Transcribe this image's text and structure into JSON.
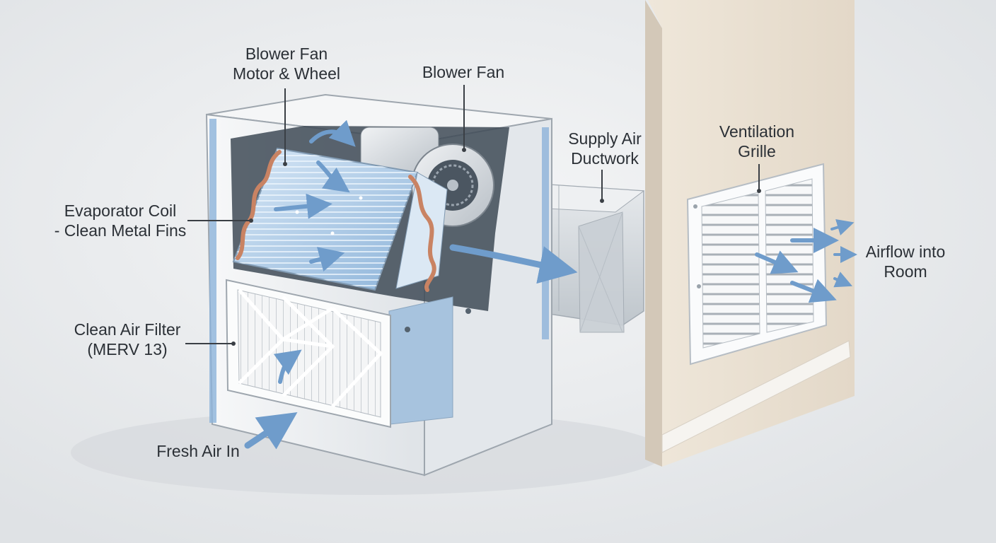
{
  "labels": {
    "blower_motor": [
      "Blower Fan",
      "Motor & Wheel"
    ],
    "blower_fan": [
      "Blower Fan"
    ],
    "supply_duct": [
      "Supply Air",
      "Ductwork"
    ],
    "vent_grille": [
      "Ventilation",
      "Grille"
    ],
    "evap_coil": [
      "Evaporator Coil",
      "- Clean Metal Fins"
    ],
    "air_filter": [
      "Clean Air Filter",
      "(MERV 13)"
    ],
    "fresh_air": [
      "Fresh Air In"
    ],
    "airflow_room": [
      "Airflow into",
      "Room"
    ]
  },
  "colors": {
    "background": "#eceef0",
    "wall": "#e6dccd",
    "cabinet": "#f3f4f5",
    "cabinet_side": "#dfe3e7",
    "accent_blue": "#7aa8d4",
    "coil": "#bcd6ee",
    "copper": "#c98363",
    "duct": "#d3d8dd",
    "label_text": "#2b3036",
    "leader": "#3a3f45"
  }
}
